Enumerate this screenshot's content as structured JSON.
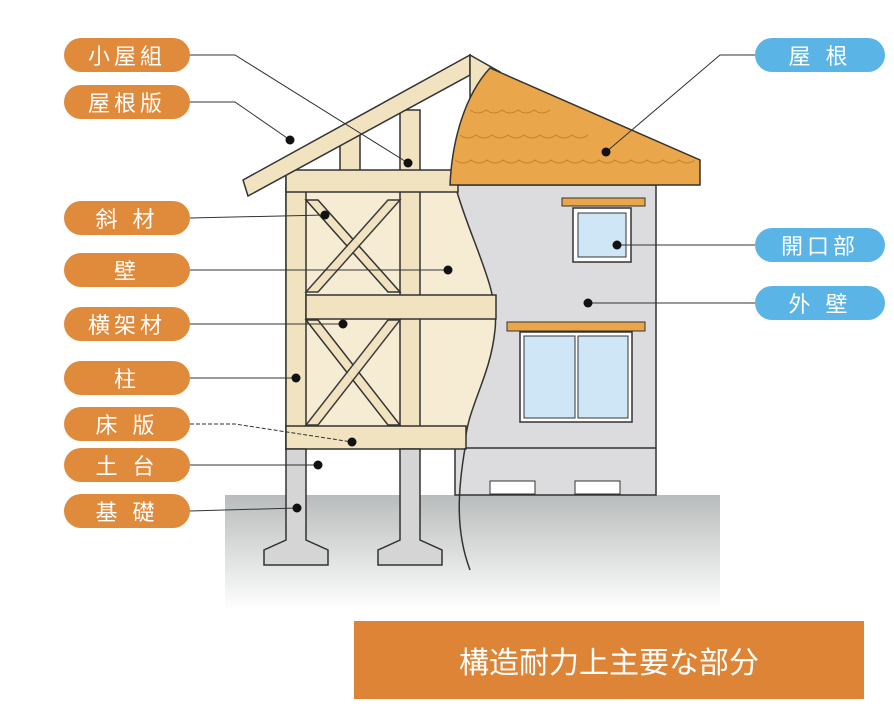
{
  "left_labels": [
    "小屋組",
    "屋根版",
    "斜 材",
    "壁",
    "横架材",
    "柱",
    "床 版",
    "土 台",
    "基 礎"
  ],
  "right_labels": [
    "屋 根",
    "開口部",
    "外 壁"
  ],
  "caption": "構造耐力上主要な部分",
  "colors": {
    "label_orange": "#e08a3c",
    "label_blue": "#5ab4e6",
    "caption_bg": "#dd8436",
    "wood": "#f1e3c0",
    "roof": "#eaa64a",
    "wall": "#dcdcdf",
    "glass": "#cfe6f7"
  }
}
